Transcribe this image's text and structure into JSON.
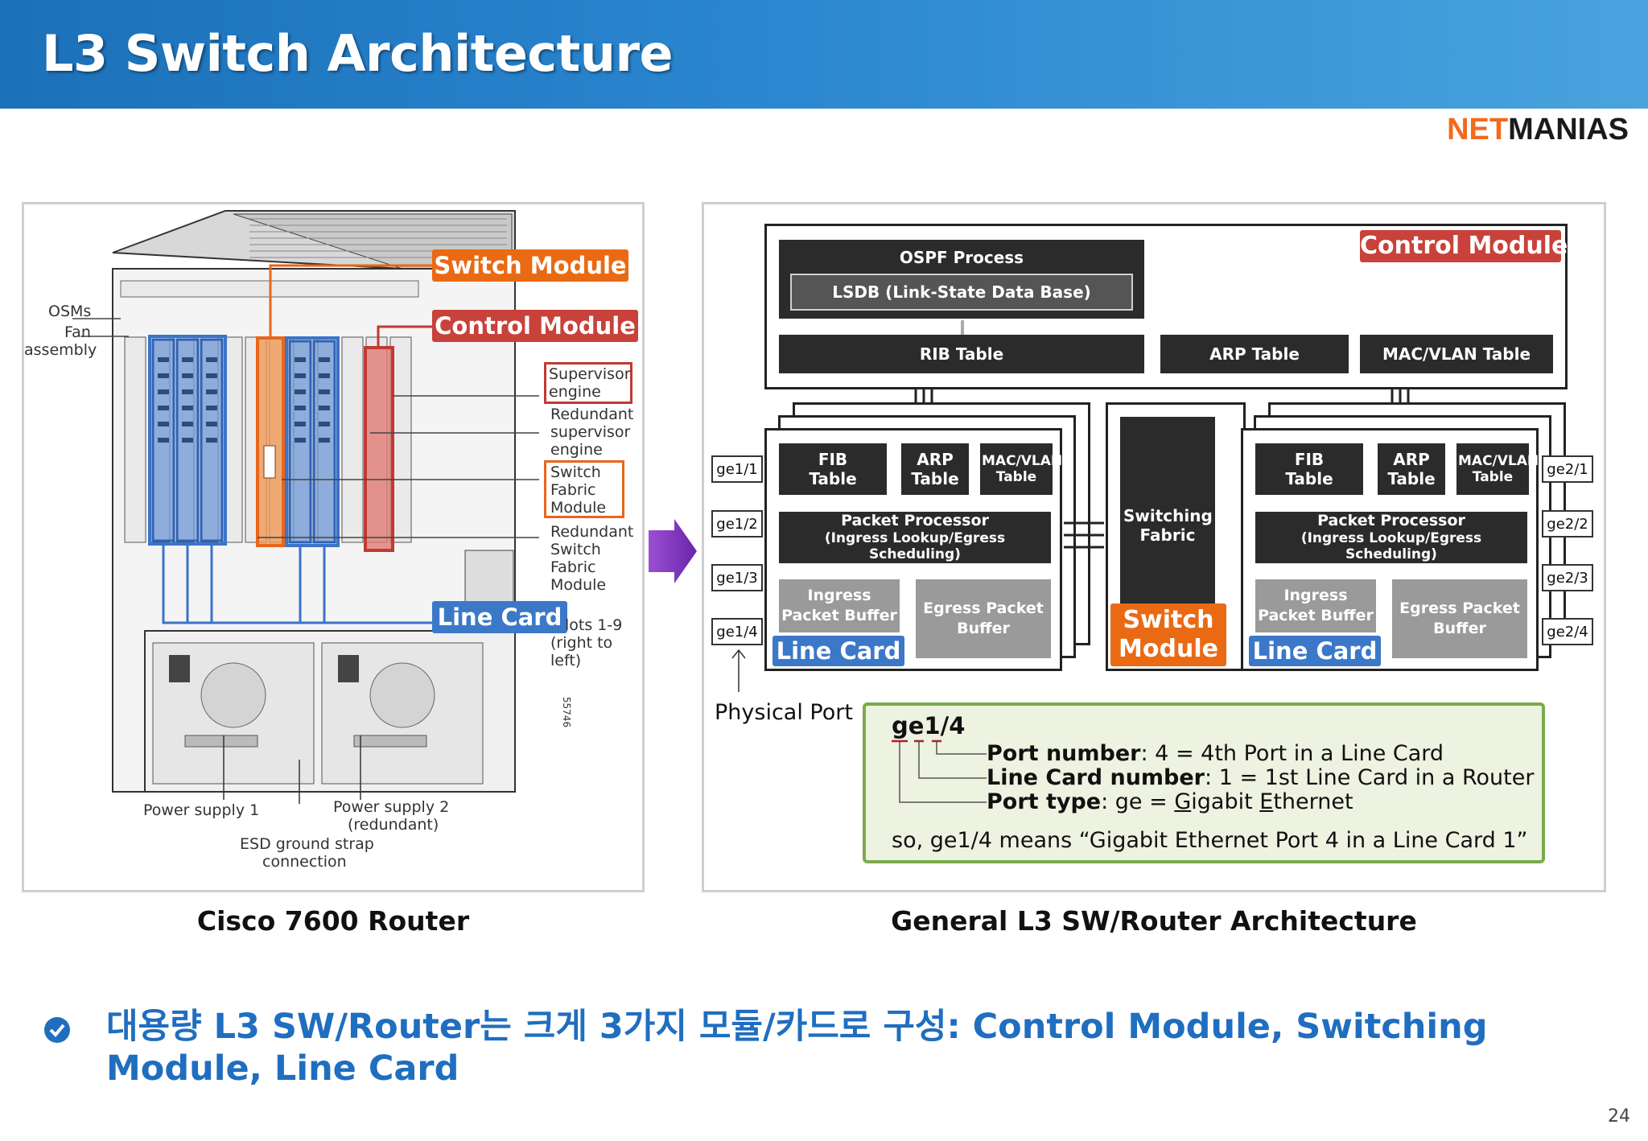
{
  "header": {
    "title": "L3 Switch Architecture"
  },
  "logo": {
    "part1": "NET",
    "part2": "MANIAS"
  },
  "left_panel": {
    "caption": "Cisco 7600 Router",
    "tags": {
      "switch_module": "Switch Module",
      "control_module": "Control Module",
      "line_card": "Line Card"
    },
    "labels": {
      "osms": "OSMs",
      "fan1": "Fan",
      "fan2": "assembly",
      "supervisor1": "Supervisor",
      "supervisor2": "engine",
      "redundant_sup1": "Redundant",
      "redundant_sup2": "supervisor",
      "redundant_sup3": "engine",
      "sfm1": "Switch",
      "sfm2": "Fabric",
      "sfm3": "Module",
      "rsfm1": "Redundant",
      "rsfm2": "Switch",
      "rsfm3": "Fabric",
      "rsfm4": "Module",
      "slots1": "lots 1-9",
      "slots2": "(right to left)",
      "ps1": "Power supply 1",
      "ps2a": "Power supply 2",
      "ps2b": "(redundant)",
      "esd1": "ESD ground strap",
      "esd2": "connection",
      "serial": "55746"
    }
  },
  "right_panel": {
    "caption": "General L3 SW/Router Architecture",
    "control_module": {
      "tag": "Control Module",
      "ospf": "OSPF Process",
      "lsdb": "LSDB (Link-State Data Base)",
      "rib": "RIB Table",
      "arp": "ARP Table",
      "mac": "MAC/VLAN Table"
    },
    "line_card": {
      "fib": "FIB Table",
      "arp": "ARP Table",
      "mac": "MAC/VLAN Table",
      "pp1": "Packet Processor",
      "pp2": "(Ingress Lookup/Egress Scheduling)",
      "ingress": "Ingress Packet Buffer",
      "egress": "Egress Packet Buffer",
      "tag": "Line Card"
    },
    "switch_module": {
      "fabric": "Switching Fabric",
      "tag": "Switch Module"
    },
    "ports_left": [
      "ge1/1",
      "ge1/2",
      "ge1/3",
      "ge1/4"
    ],
    "ports_right": [
      "ge2/1",
      "ge2/2",
      "ge2/3",
      "ge2/4"
    ],
    "physical_port": "Physical Port",
    "info": {
      "title": "ge1/4",
      "l1_key": "Port number",
      "l1_val": ": 4 = 4th Port in a Line Card",
      "l2_key": "Line Card number",
      "l2_val": ": 1 = 1st Line Card in a Router",
      "l3_key": "Port type",
      "l3_val_a": ": ge = ",
      "l3_g": "G",
      "l3_val_b": "igabit ",
      "l3_e": "E",
      "l3_val_c": "thernet",
      "summary": "so, ge1/4 means “Gigabit Ethernet Port 4 in a Line Card 1”"
    }
  },
  "bullet": "대용량 L3 SW/Router는 크게 3가지 모듈/카드로 구성: Control Module, Switching Module, Line Card",
  "page_number": "24"
}
